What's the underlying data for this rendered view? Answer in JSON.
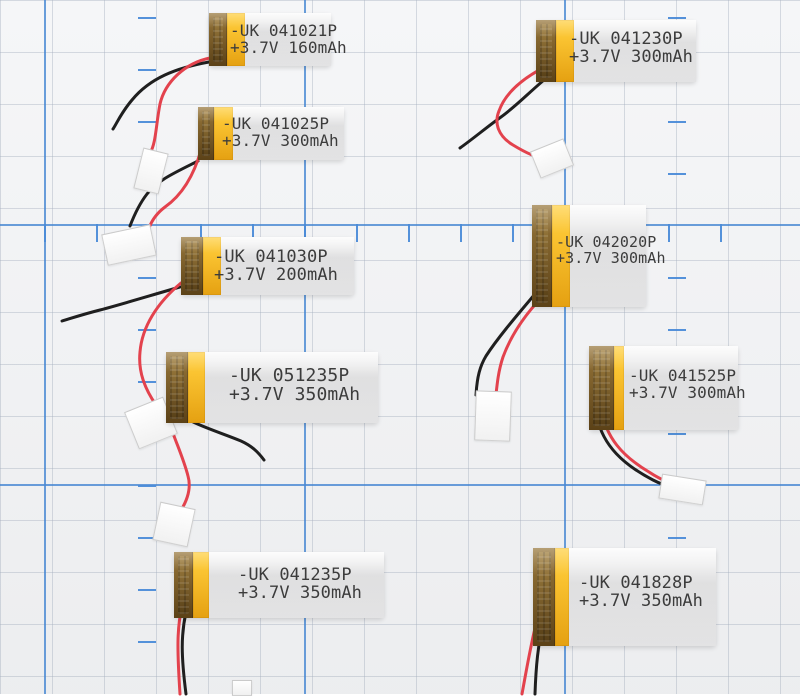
{
  "photo": {
    "scene_name": "batteries-on-grid-paper",
    "background_color": "#f4f5f7",
    "grid_minor_color": "#9ba6b7",
    "grid_major_color": "#4184d2",
    "wire_red": "#e3424d",
    "wire_black": "#1f1f1f",
    "tape_color": "#ffffff",
    "kapton_color": "#f2b21b",
    "battery_silver": "#e3e3e4"
  },
  "batteries": [
    {
      "line1": "-UK 041021P",
      "line2": "+3.7V 160mAh"
    },
    {
      "line1": "-UK 041025P",
      "line2": "+3.7V 300mAh"
    },
    {
      "line1": "-UK 041030P",
      "line2": "+3.7V 200mAh"
    },
    {
      "line1": "-UK 051235P",
      "line2": "+3.7V 350mAh"
    },
    {
      "line1": "-UK 041235P",
      "line2": "+3.7V 350mAh"
    },
    {
      "line1": "-UK 041230P",
      "line2": "+3.7V 300mAh"
    },
    {
      "line1": "-UK 042020P",
      "line2": "+3.7V 300mAh"
    },
    {
      "line1": "-UK 041525P",
      "line2": "+3.7V 300mAh"
    },
    {
      "line1": "-UK 041828P",
      "line2": "+3.7V 350mAh"
    }
  ]
}
